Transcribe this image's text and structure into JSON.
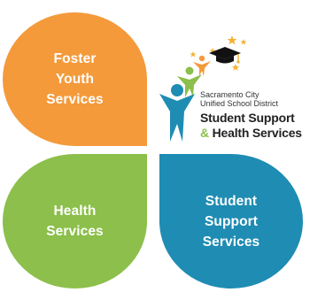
{
  "petals": {
    "foster": {
      "label": "Foster\nYouth\nServices",
      "color": "#F49A3B"
    },
    "health": {
      "label": "Health\nServices",
      "color": "#8CBF4B"
    },
    "student": {
      "label": "Student\nSupport\nServices",
      "color": "#1F8CB3"
    }
  },
  "logo": {
    "district_line1": "Sacramento City",
    "district_line2": "Unified School District",
    "dept_line1": "Student Support",
    "dept_line2_amp": "&",
    "dept_line2_rest": " Health Services",
    "icons": [
      "graduation-cap-icon",
      "star-icon",
      "person-figure-icon"
    ],
    "colors": {
      "orange": "#F49A3B",
      "green": "#8CBF4B",
      "blue": "#1F8CB3",
      "cap": "#111111",
      "star": "#F2B233"
    }
  }
}
